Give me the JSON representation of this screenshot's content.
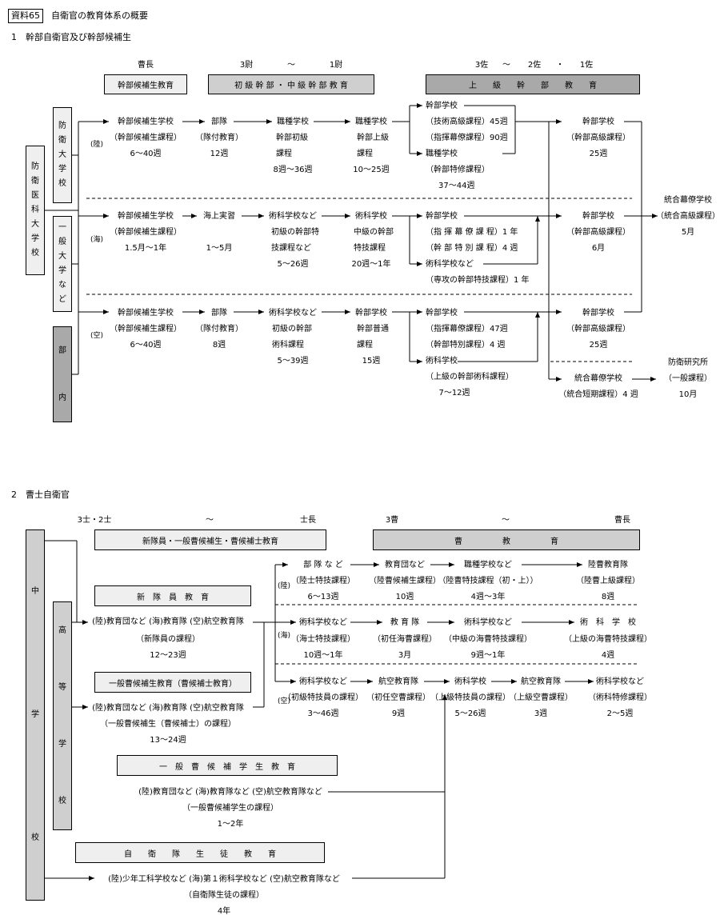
{
  "header": {
    "tag": "資料65",
    "title": "自衛官の教育体系の概要"
  },
  "section1": {
    "heading": "1　幹部自衛官及び幹部候補生",
    "ranks": [
      "曹長",
      "3尉",
      "～",
      "1尉",
      "3佐",
      "～",
      "2佐",
      "・",
      "1佐"
    ],
    "bands": [
      "幹部候補生教育",
      "初 級 幹 部 ・ 中 級 幹 部 教 育",
      "上　　級　　幹　　部　　教　　育"
    ],
    "sources": {
      "bodai": [
        "防",
        "衛",
        "大",
        "学",
        "校"
      ],
      "idai": [
        "防",
        "衛",
        "医",
        "科",
        "大",
        "学",
        "校"
      ],
      "ippan": [
        "一",
        "般",
        "大",
        "学",
        "な",
        "ど"
      ],
      "butai": [
        "部",
        "内"
      ]
    },
    "branch": [
      "(陸)",
      "(海)",
      "(空)"
    ],
    "riku": {
      "c1": [
        "幹部候補生学校",
        "（幹部候補生課程）",
        "6～40週"
      ],
      "c2": [
        "部隊",
        "（隊付教育）",
        "12週"
      ],
      "c3": [
        "職種学校",
        "幹部初級",
        "課程",
        "8週～36週"
      ],
      "c4": [
        "職種学校",
        "幹部上級",
        "課程",
        "10～25週"
      ],
      "c5": [
        "幹部学校",
        "（技術高級課程）45週",
        "（指揮幕僚課程）90週",
        "職種学校",
        "（幹部特修課程）",
        "37～44週"
      ],
      "c6": [
        "幹部学校",
        "（幹部高級課程）",
        "25週"
      ]
    },
    "kai": {
      "c1": [
        "幹部候補生学校",
        "（幹部候補生課程）",
        "1.5月～1年"
      ],
      "c2": [
        "海上実習",
        "1～5月"
      ],
      "c3": [
        "術科学校など",
        "初級の幹部特",
        "技課程など",
        "5～26週"
      ],
      "c4": [
        "術科学校",
        "中級の幹部",
        "特技課程",
        "20週～1年"
      ],
      "c5": [
        "幹部学校",
        "（指 揮 幕 僚 課 程）1 年",
        "（幹 部 特 別 課 程）4 週",
        "術科学校など",
        "（専攻の幹部特技課程）1 年"
      ],
      "c6": [
        "幹部学校",
        "（幹部高級課程）",
        "6月"
      ]
    },
    "kuu": {
      "c1": [
        "幹部候補生学校",
        "（幹部候補生課程）",
        "6～40週"
      ],
      "c2": [
        "部隊",
        "（隊付教育）",
        "8週"
      ],
      "c3": [
        "術科学校など",
        "初級の幹部",
        "術科課程",
        "5～39週"
      ],
      "c4": [
        "幹部学校",
        "幹部普通",
        "課程",
        "15週"
      ],
      "c5": [
        "幹部学校",
        "（指揮幕僚課程）47週",
        "（幹部特別課程）4 週",
        "術科学校",
        "（上級の幹部術科課程）",
        "7～12週"
      ],
      "c6": [
        "幹部学校",
        "（幹部高級課程）",
        "25週"
      ]
    },
    "joint": {
      "togo_high": [
        "統合幕僚学校",
        "（統合高級課程）",
        "5月"
      ],
      "togo_short": [
        "統合幕僚学校",
        "（統合短期課程）4 週"
      ],
      "kenkyu": [
        "防衛研究所",
        "（一般課程）",
        "10月"
      ]
    }
  },
  "section2": {
    "heading": "2　曹士自衛官",
    "ranks": [
      "3士・2士",
      "～",
      "士長",
      "3曹",
      "～",
      "曹長"
    ],
    "bands": [
      "新隊員・一般曹候補生・曹候補士教育",
      "曹　　　　　教　　　　　育"
    ],
    "sources": {
      "chugaku": [
        "中",
        "学",
        "校"
      ],
      "koko": [
        "高",
        "等",
        "学",
        "校"
      ]
    },
    "left": {
      "shin_band": "新　隊　員　教　育",
      "shin": [
        "(陸)教育団など (海)教育隊 (空)航空教育隊",
        "（新隊員の課程）",
        "12～23週"
      ],
      "ippan_band": "一般曹候補生教育（曹候補士教育）",
      "ippan": [
        "(陸)教育団など (海)教育隊 (空)航空教育隊",
        "（一般曹候補生（曹候補士）の課程）",
        "13～24週"
      ],
      "gakusei_band": "一　般　曹　候　補　学　生　教　育",
      "gakusei": [
        "(陸)教育団など (海)教育隊など (空)航空教育隊など",
        "（一般曹候補学生の課程）",
        "1～2年"
      ],
      "seito_band": "自　　衛　　隊　　生　　徒　　教　　育",
      "seito": [
        "(陸)少年工科学校など (海)第１術科学校など (空)航空教育隊など",
        "（自衛隊生徒の課程）",
        "4年"
      ]
    },
    "riku": [
      [
        "部 隊 な ど",
        "（陸士特技課程）",
        "6～13週"
      ],
      [
        "教育団など",
        "（陸曹候補生課程）",
        "10週"
      ],
      [
        "職種学校など",
        "（陸曹特技課程（初・上））",
        "4週～3年"
      ],
      [
        "陸曹教育隊",
        "（陸曹上級課程）",
        "8週"
      ]
    ],
    "kai": [
      [
        "術科学校など",
        "（海士特技課程）",
        "10週～1年"
      ],
      [
        "教 育 隊",
        "（初任海曹課程）",
        "3月"
      ],
      [
        "術科学校など",
        "（中級の海曹特技課程）",
        "9週～1年"
      ],
      [
        "術　科　学　校",
        "（上級の海曹特技課程）",
        "4週"
      ]
    ],
    "kuu": [
      [
        "術科学校など",
        "（初級特技員の課程）",
        "3～46週"
      ],
      [
        "航空教育隊",
        "（初任空曹課程）",
        "9週"
      ],
      [
        "術科学校",
        "（上級特技員の課程）",
        "5～26週"
      ],
      [
        "航空教育隊",
        "（上級空曹課程）",
        "3週"
      ],
      [
        "術科学校など",
        "（術科特修課程）",
        "2～5週"
      ]
    ]
  }
}
